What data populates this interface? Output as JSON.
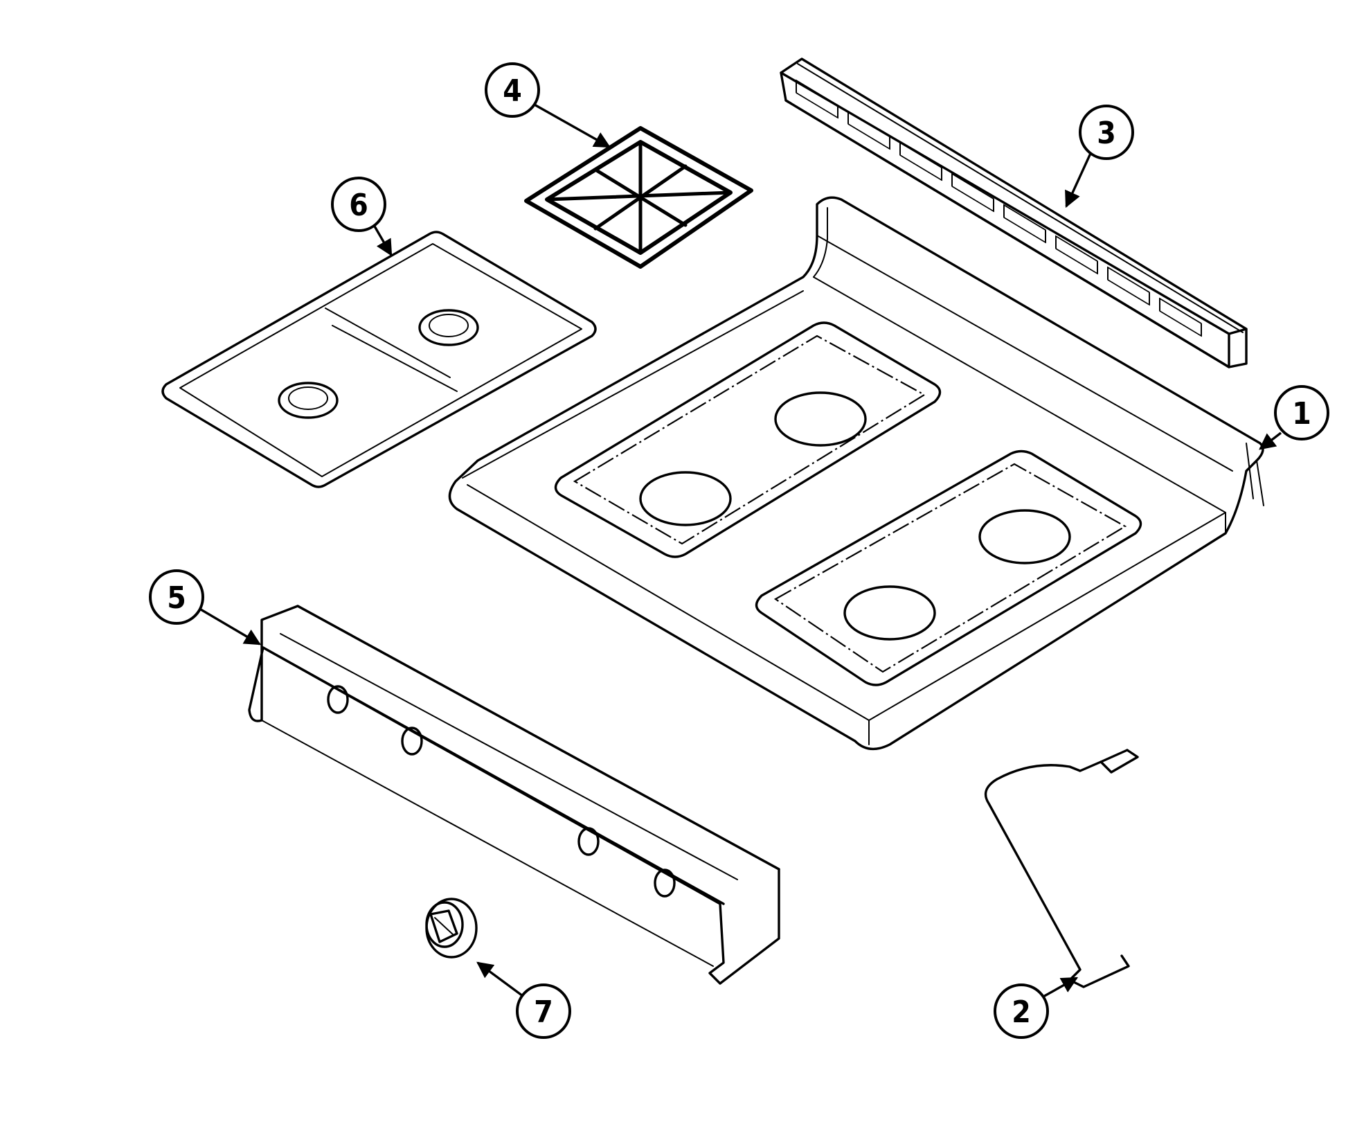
{
  "callouts": {
    "c1": "1",
    "c2": "2",
    "c3": "3",
    "c4": "4",
    "c5": "5",
    "c6": "6",
    "c7": "7"
  },
  "parts": [
    {
      "ref": "1",
      "icon": "cooktop-main-top-icon"
    },
    {
      "ref": "2",
      "icon": "support-rod-icon"
    },
    {
      "ref": "3",
      "icon": "vent-trim-icon"
    },
    {
      "ref": "4",
      "icon": "burner-grate-icon"
    },
    {
      "ref": "5",
      "icon": "control-panel-icon"
    },
    {
      "ref": "6",
      "icon": "burner-box-top-icon"
    },
    {
      "ref": "7",
      "icon": "control-knob-icon"
    }
  ],
  "colors": {
    "line": "#000000",
    "background": "#ffffff"
  }
}
